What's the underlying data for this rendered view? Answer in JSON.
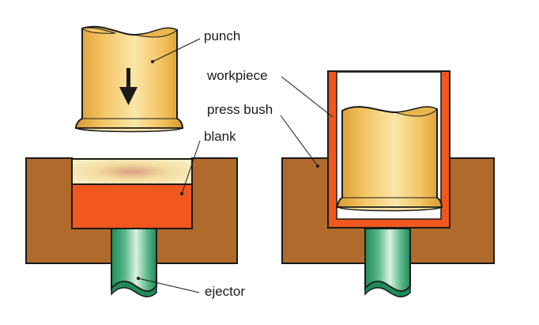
{
  "labels": {
    "punch": "punch",
    "workpiece": "workpiece",
    "press_bush": "press bush",
    "blank": "blank",
    "ejector": "ejector"
  },
  "colors": {
    "press_bush": "#b06a2c",
    "punch_light": "#fbe6a8",
    "punch_mid": "#f3c462",
    "punch_dark": "#d99a32",
    "blank": "#f1571f",
    "workpiece": "#f1571f",
    "ejector_light": "#d9f2e2",
    "ejector_mid": "#5cb88a",
    "ejector_dark": "#1f8a5a",
    "outline": "#1a1a1a"
  }
}
